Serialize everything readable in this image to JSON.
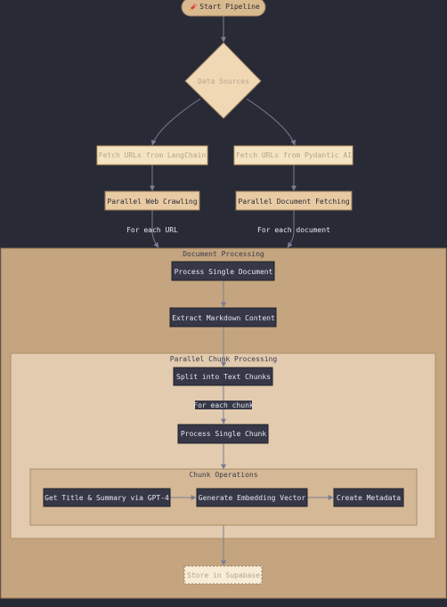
{
  "start": {
    "label": "Start Pipeline",
    "icon": "rocket-icon"
  },
  "decision": {
    "label": "Data Sources"
  },
  "fetch_langchain": {
    "label": "Fetch URLs from LangChain"
  },
  "fetch_pydantic": {
    "label": "Fetch URLs from Pydantic AI"
  },
  "web_crawling": {
    "label": "Parallel Web Crawling"
  },
  "doc_fetching": {
    "label": "Parallel Document Fetching"
  },
  "edge_each_url": {
    "label": "For each URL"
  },
  "edge_each_document": {
    "label": "For each document"
  },
  "doc_processing": {
    "title": "Document Processing",
    "process_single_document": "Process Single Document",
    "extract_markdown": "Extract Markdown Content"
  },
  "chunk_processing": {
    "title": "Parallel Chunk Processing",
    "split_chunks": "Split into Text Chunks",
    "edge_each_chunk": "For each chunk",
    "process_single_chunk": "Process Single Chunk"
  },
  "chunk_operations": {
    "title": "Chunk Operations",
    "get_title_summary": "Get Title & Summary via GPT-4",
    "generate_embedding": "Generate Embedding Vector",
    "create_metadata": "Create Metadata"
  },
  "store": {
    "label": "Store in Supabase"
  },
  "colors": {
    "background": "#282a36",
    "node_fill": "#f4e4c1",
    "node_stroke": "#c49a6c",
    "dark_node": "#363847",
    "outer_cluster": "#c4a57f",
    "inner_cluster": "#e2cbae",
    "ops_cluster": "#d5b895",
    "edge": "#7a7d95"
  }
}
